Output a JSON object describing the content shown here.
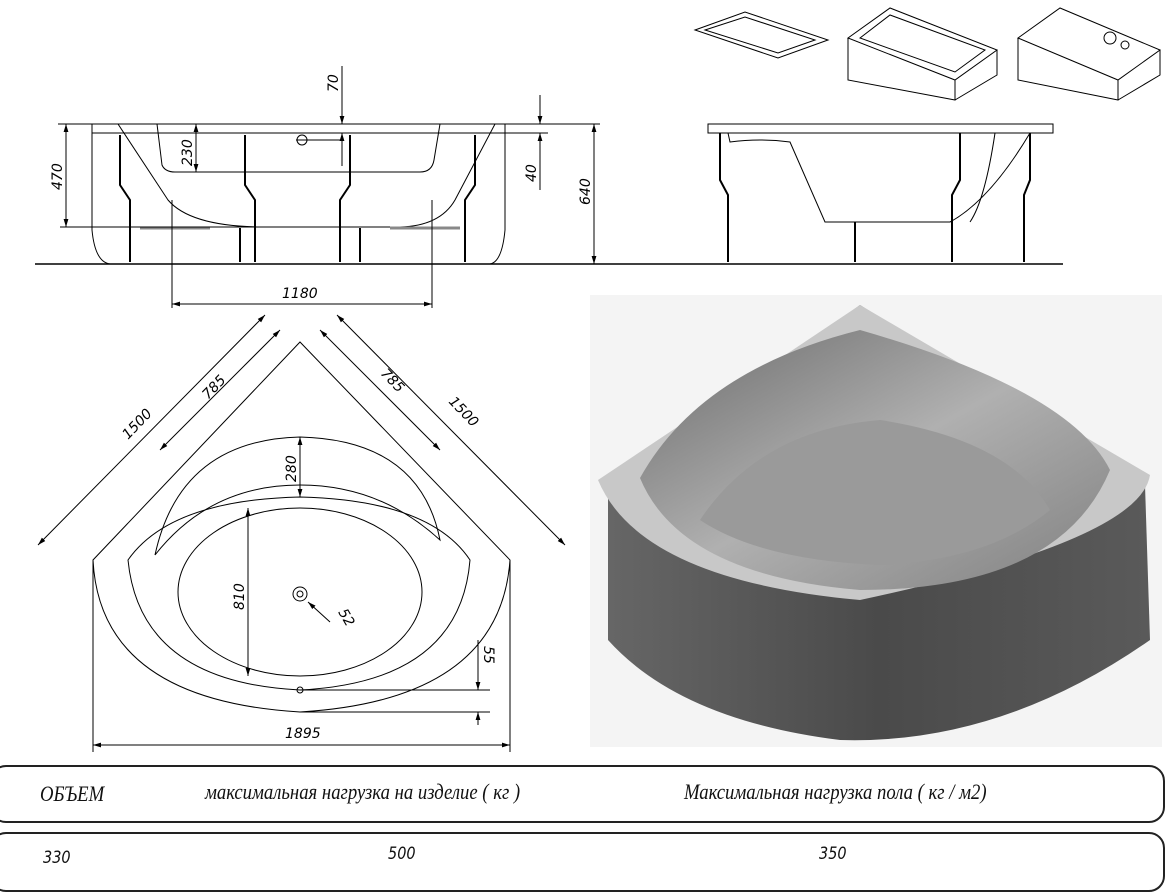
{
  "dimensions": {
    "front_view": {
      "rim_to_overflow": "70",
      "depth": "230",
      "height_inner": "470",
      "rim_offset": "40",
      "total_height": "640",
      "leg_span": "1180"
    },
    "plan_view": {
      "side_a": "1500",
      "side_b": "1500",
      "inner_a": "785",
      "inner_b": "785",
      "headrest": "280",
      "bowl_width": "810",
      "drain": "52",
      "edge": "55",
      "overall_width": "1895"
    }
  },
  "table": {
    "headers": [
      "ОБЪЕМ",
      "максимальная нагрузка на изделие ( кг )",
      "Максимальная нагрузка пола ( кг / м2)"
    ],
    "values": [
      "330",
      "500",
      "350"
    ]
  },
  "colors": {
    "line": "#000000",
    "render_skirt": "#555555",
    "render_deck": "#c8c8c8"
  }
}
